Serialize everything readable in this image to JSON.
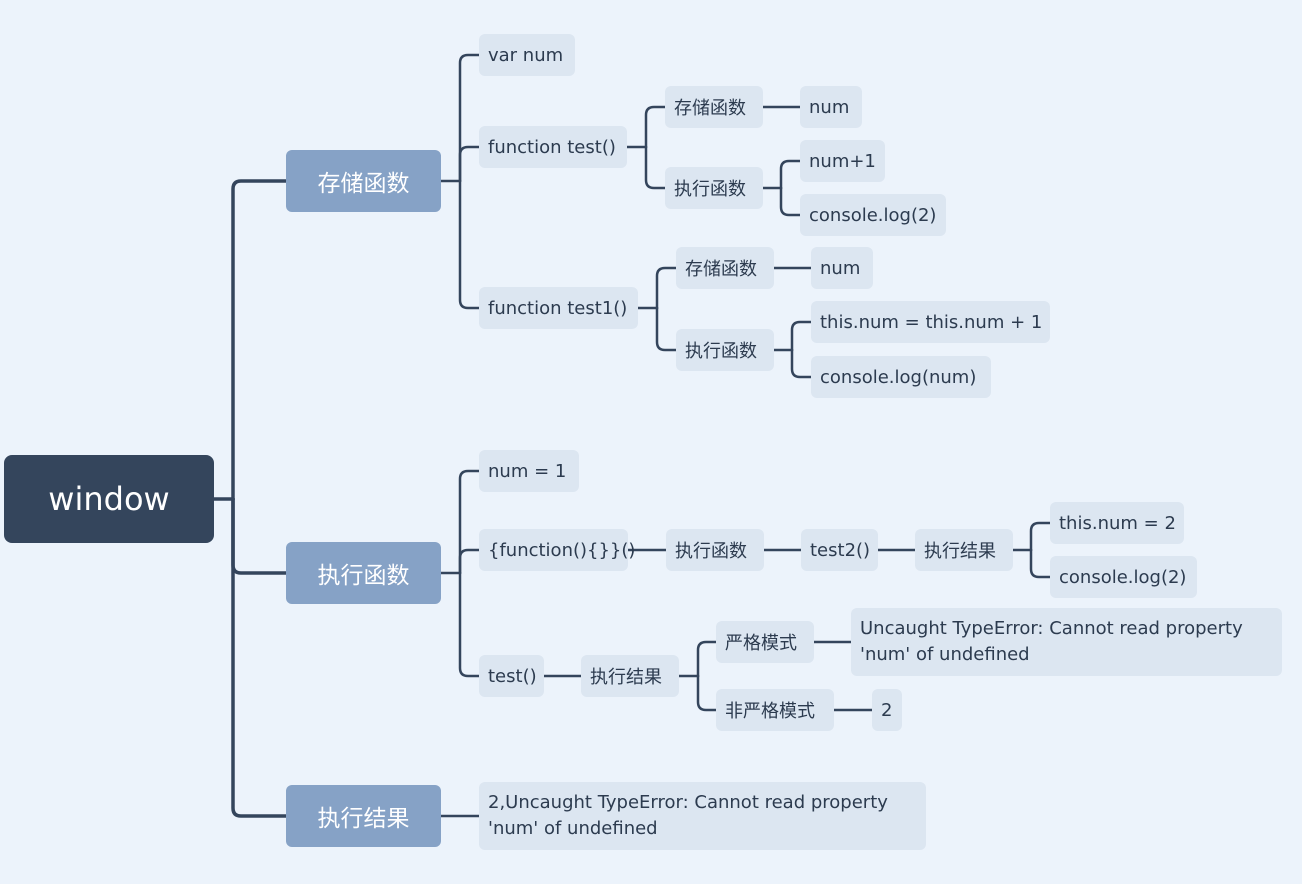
{
  "root": {
    "label": "window"
  },
  "branches": {
    "storage": {
      "label": "存储函数",
      "var_num": "var num",
      "test": {
        "label": "function test()",
        "store": {
          "label": "存储函数",
          "value": "num"
        },
        "exec": {
          "label": "执行函数",
          "items": [
            "num+1",
            "console.log(2)"
          ]
        }
      },
      "test1": {
        "label": "function test1()",
        "store": {
          "label": "存储函数",
          "value": "num"
        },
        "exec": {
          "label": "执行函数",
          "items": [
            "this.num = this.num + 1",
            "console.log(num)"
          ]
        }
      }
    },
    "execution": {
      "label": "执行函数",
      "num_assign": "num  = 1",
      "iife": {
        "label": "{function(){}}()",
        "exec": "执行函数",
        "call": "test2()",
        "result": "执行结果",
        "items": [
          "this.num = 2",
          "console.log(2)"
        ]
      },
      "test_call": {
        "label": "test()",
        "result": "执行结果",
        "strict": {
          "label": "严格模式",
          "value": "Uncaught TypeError: Cannot read property 'num' of undefined"
        },
        "nonstrict": {
          "label": "非严格模式",
          "value": "2"
        }
      }
    },
    "result": {
      "label": "执行结果",
      "value": "2,Uncaught TypeError: Cannot read property 'num' of undefined"
    }
  },
  "colors": {
    "background": "#ecf3fb",
    "root_fill": "#34455c",
    "main_fill": "#86a2c6",
    "sub_fill": "#dce6f1",
    "line": "#34455c",
    "text": "#2c3b4f"
  }
}
